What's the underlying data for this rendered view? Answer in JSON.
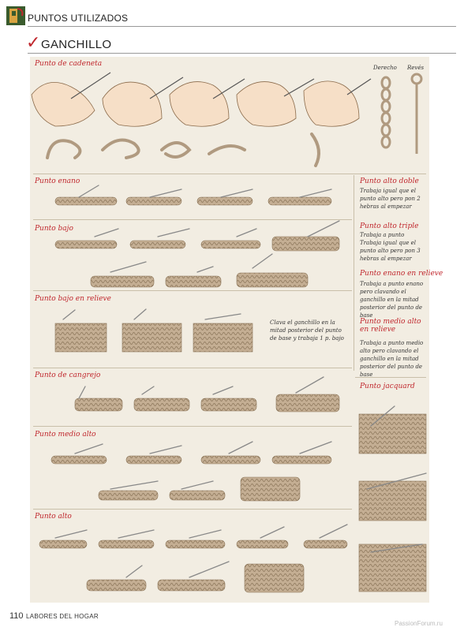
{
  "header": {
    "title": "PUNTOS UTILIZADOS",
    "section": "GANCHILLO"
  },
  "panel": {
    "cadeneta": {
      "label": "Punto de cadeneta",
      "derecho": "Derecho",
      "reves": "Revés"
    },
    "rows": {
      "enano": "Punto enano",
      "bajo": "Punto bajo",
      "bajo_relieve": "Punto bajo en relieve",
      "cangrejo": "Punto de cangrejo",
      "medio_alto": "Punto medio alto",
      "alto": "Punto alto"
    },
    "relieve_note": "Clava el ganchillo en la mitad posterior del punto de base y trabaja 1 p. bajo",
    "sidebar": [
      {
        "title": "Punto alto doble",
        "text": "Trabaja igual que el punto alto pero pon 2 hebras al empezar"
      },
      {
        "title": "Punto alto triple",
        "text": "Trabaja a punto Trabaja igual que el punto alto pero pon 3 hebras al empezar"
      },
      {
        "title": "Punto enano en relieve",
        "text": "Trabaja a punto enano pero clavando el ganchillo en la mitad posterior del punto de base"
      },
      {
        "title": "Punto medio alto en relieve",
        "text": "Trabaja a punto medio alto pero clavando el ganchillo en la mitad posterior del punto de base"
      }
    ],
    "jacquard": "Punto jacquard"
  },
  "footer": {
    "page": "110",
    "magazine": "LABORES DEL HOGAR",
    "watermark": "PassionForum.ru"
  },
  "colors": {
    "accent": "#c0272d",
    "yarn": "#b09a80",
    "panel": "#f2ede2"
  }
}
